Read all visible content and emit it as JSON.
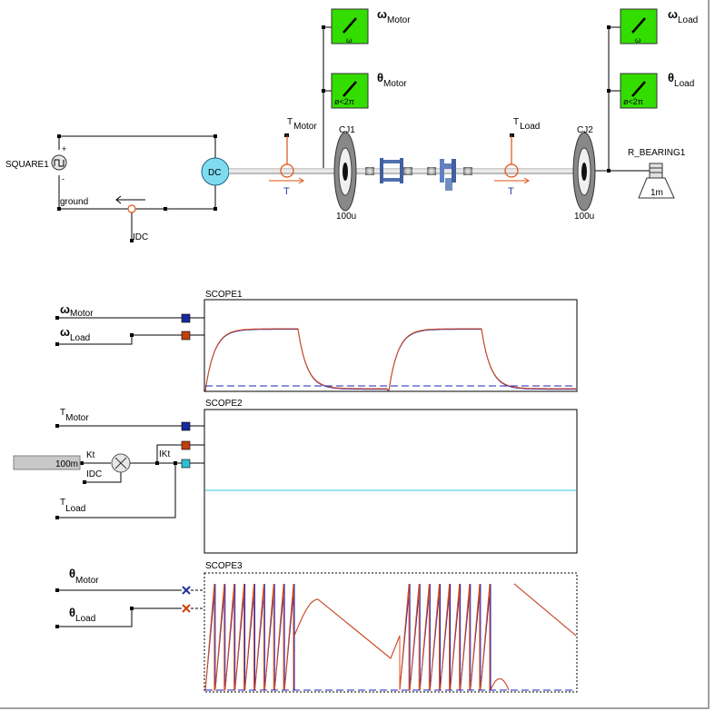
{
  "circuit": {
    "source_label": "SQUARE1",
    "plus": "+",
    "minus": "-",
    "ground_label": "ground",
    "idc_label": "IDC",
    "motor_label": "DC",
    "t_motor_prefix": "T",
    "t_motor_sub": "Motor",
    "t_load_prefix": "T",
    "t_load_sub": "Load",
    "cj1_label": "CJ1",
    "cj1_value": "100u",
    "cj2_label": "CJ2",
    "cj2_value": "100u",
    "bearing_label": "R_BEARING1",
    "bearing_value": "1m",
    "sensor_t_glyph": "T"
  },
  "sensors": {
    "omega_symbol": "ω",
    "theta_symbol": "θ",
    "motor_sub": "Motor",
    "load_sub": "Load",
    "angle_glyph": "ø<2π"
  },
  "scopes": {
    "scope1": {
      "title": "SCOPE1",
      "in1_symbol": "ω",
      "in1_sub": "Motor",
      "in2_symbol": "ω",
      "in2_sub": "Load"
    },
    "scope2": {
      "title": "SCOPE2",
      "in1_prefix": "T",
      "in1_sub": "Motor",
      "constant_value": "100m",
      "kt_label": "Kt",
      "idc_label": "IDC",
      "ikt_label": "IKt",
      "in3_prefix": "T",
      "in3_sub": "Load"
    },
    "scope3": {
      "title": "SCOPE3",
      "in1_symbol": "θ",
      "in1_sub": "Motor",
      "in2_symbol": "θ",
      "in2_sub": "Load"
    }
  },
  "colors": {
    "wire": "#000000",
    "sensor_fill": "#33dd00",
    "motor_fill": "#7fdcf0",
    "trace_blue": "#2020c0",
    "trace_orange": "#e05010",
    "trace_cyan": "#30c8d8",
    "port_blue": "#1a2a9a",
    "port_orange": "#c04010",
    "port_cyan": "#30c0d0"
  }
}
